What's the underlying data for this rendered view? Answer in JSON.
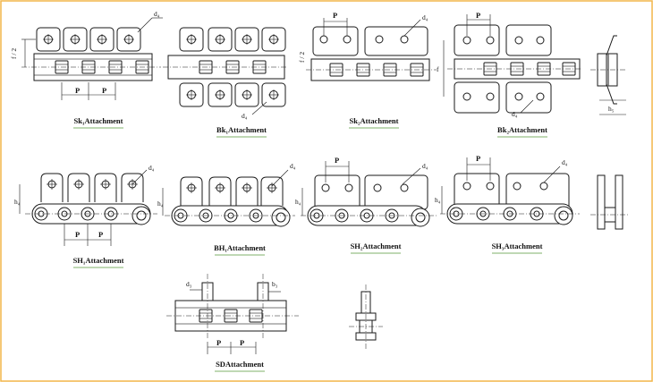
{
  "border_color": "#f2b64a",
  "underline_color": "#7fb069",
  "captions": {
    "sk1": "Sk₁Attachment",
    "bk1": "Bk₁Attachment",
    "sk2": "Sk₂Attachment",
    "bk2": "Bk₂Attachment",
    "sh1": "SH₁Attachment",
    "bh1": "BH₁Attachment",
    "sh2": "SH₂Attachment",
    "sh3": "SH₃Attachment",
    "sd": "SDAttachment"
  },
  "symbols": {
    "pitch": "P",
    "hole_dia": "d₄",
    "pin_dia": "d₃",
    "half_f": "f / 2",
    "f": "f",
    "h4": "h₄",
    "h5": "h₅",
    "b": "b₃"
  }
}
